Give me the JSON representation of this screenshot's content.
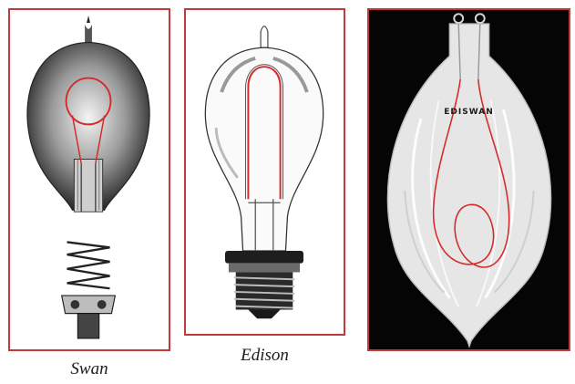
{
  "panels": [
    {
      "caption": "Swan"
    },
    {
      "caption": "Edison"
    },
    {
      "bulb_label": "EDISWAN"
    }
  ],
  "colors": {
    "frame_border": "#c0393b",
    "filament": "#d42a2a",
    "ediswan_background": "#050505"
  }
}
